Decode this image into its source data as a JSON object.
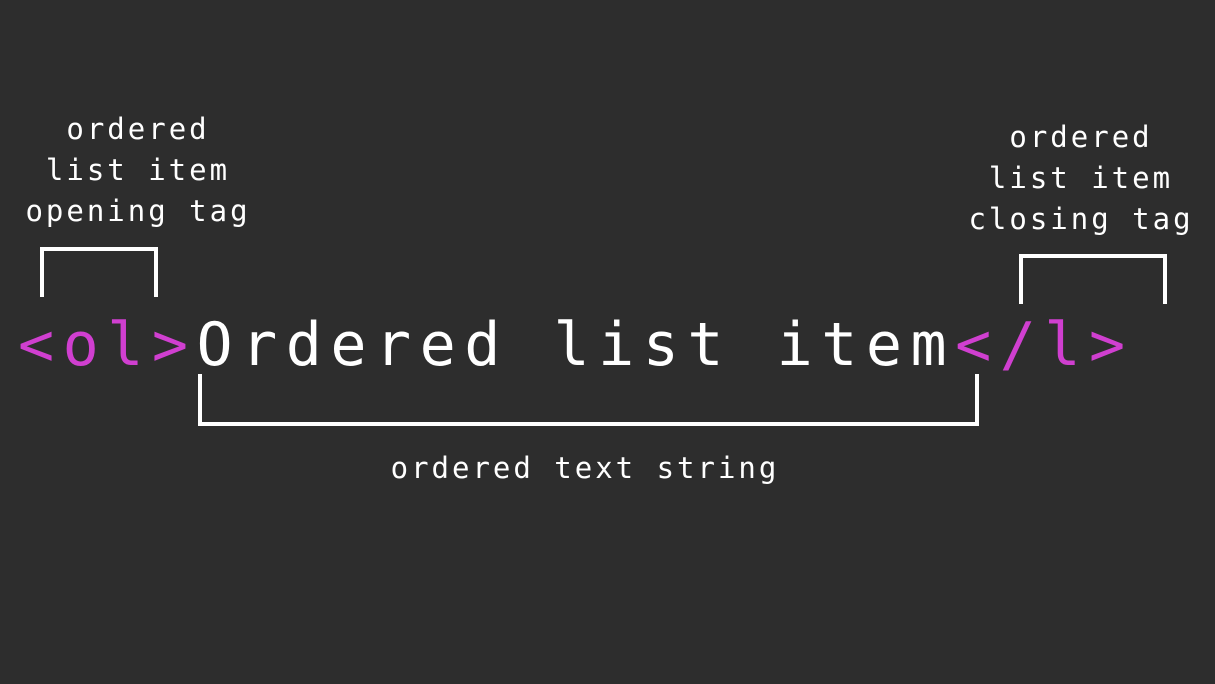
{
  "labels": {
    "opening_tag": [
      "ordered",
      "list item",
      "opening tag"
    ],
    "closing_tag": [
      "ordered",
      "list item",
      "closing tag"
    ],
    "text_string": "ordered text string"
  },
  "code": {
    "opening_tag": "<ol>",
    "content": "Ordered list item",
    "closing_tag": "</l>"
  },
  "colors": {
    "background": "#2d2d2d",
    "tag": "#d03fd0",
    "text": "#ffffff"
  }
}
